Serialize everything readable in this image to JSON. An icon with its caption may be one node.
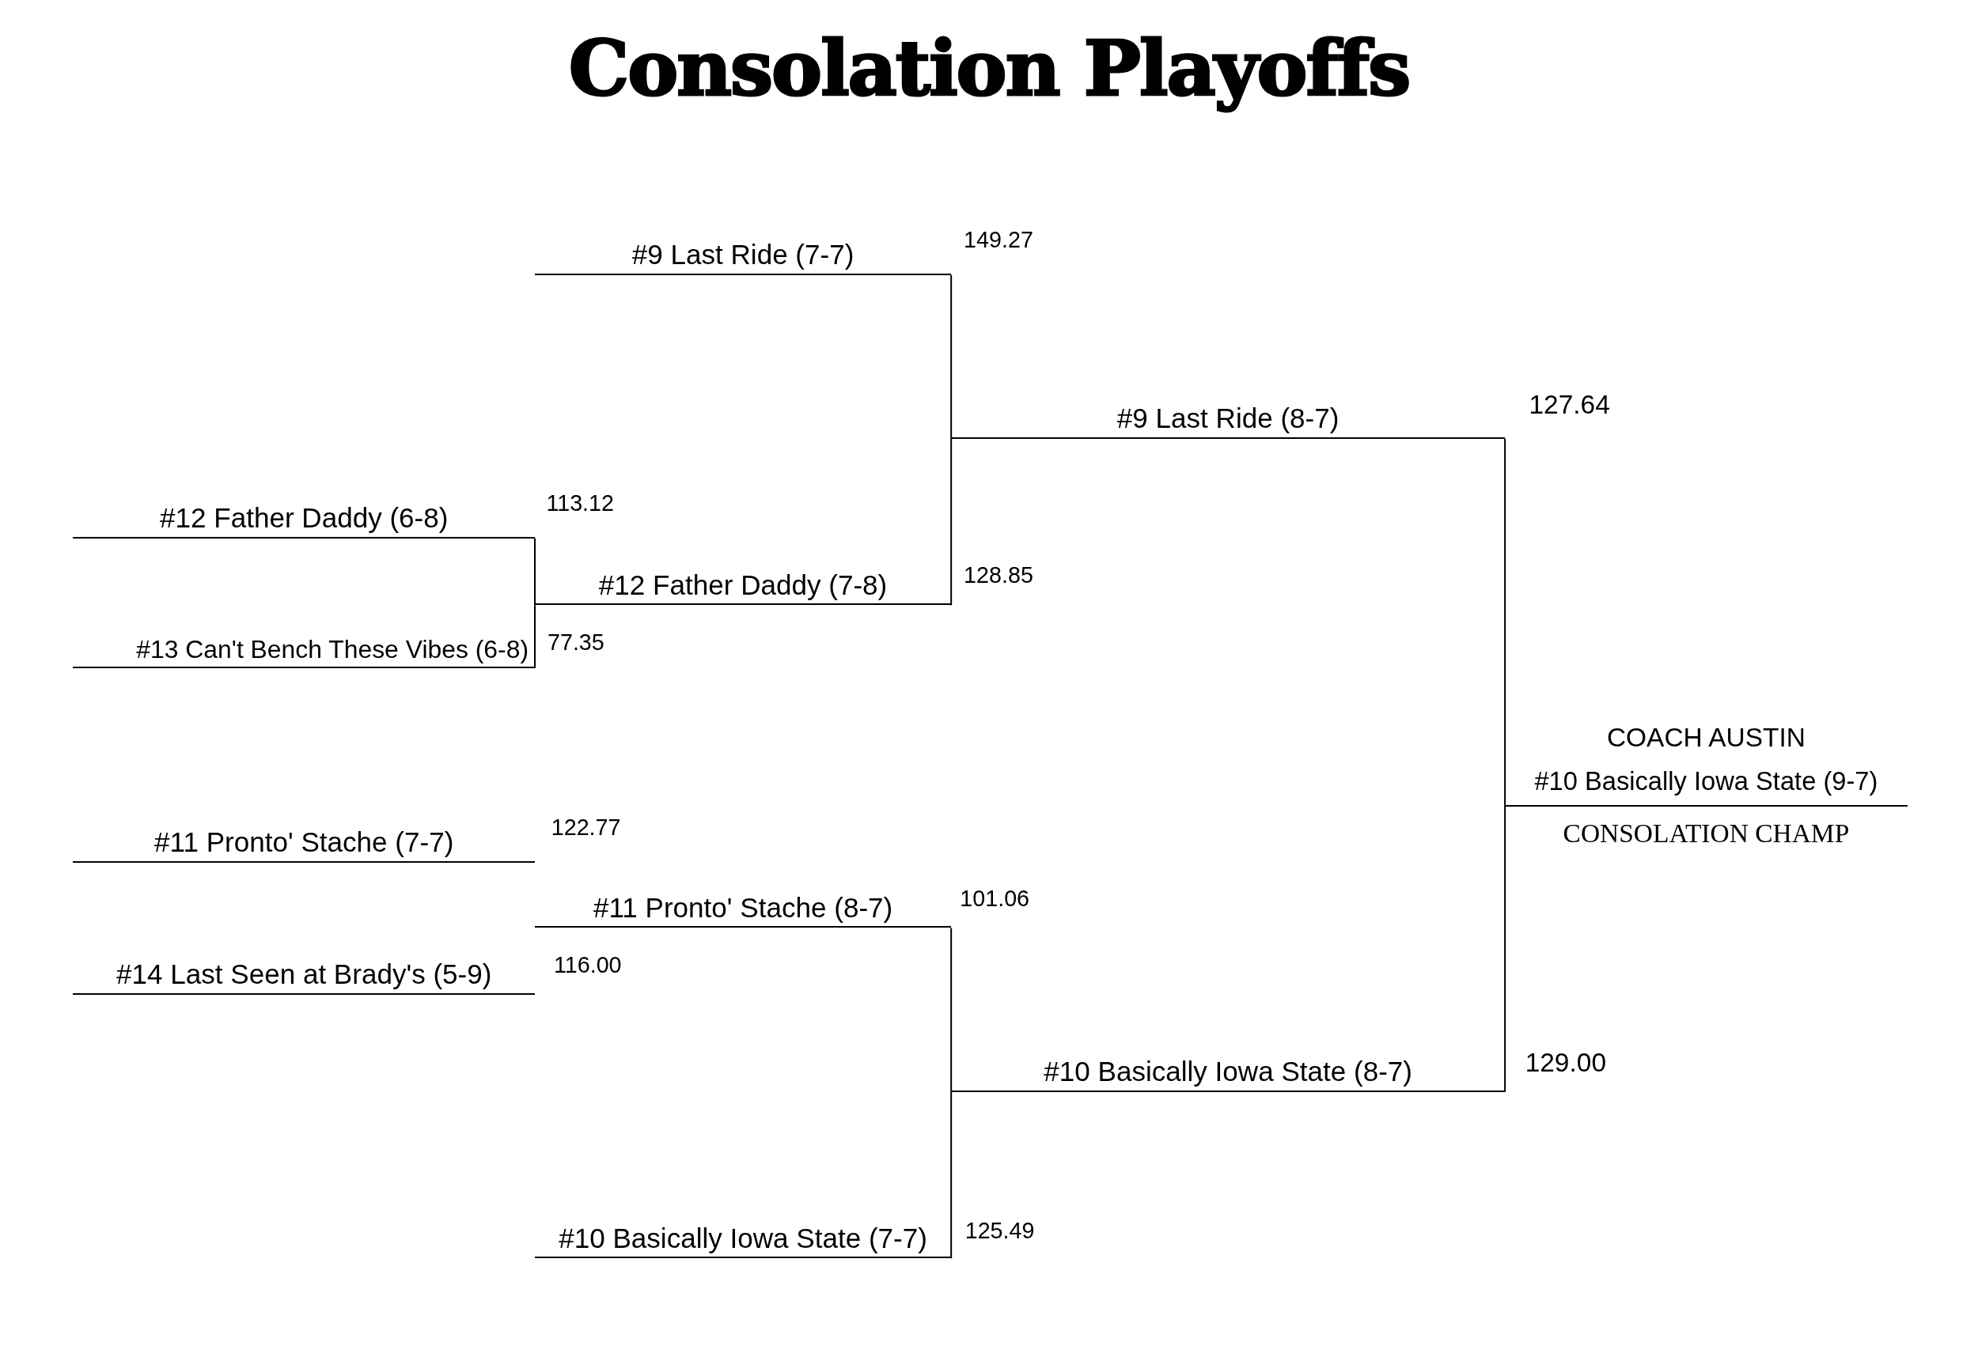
{
  "diagram": {
    "title": "Consolation Playoffs",
    "nodes": [
      {
        "text": [
          "#9 Last Ride (7-7)"
        ],
        "beside": [
          "149.27"
        ]
      },
      {
        "text": [
          "#12 Father Daddy (6-8)"
        ],
        "beside": [
          "113.12"
        ]
      },
      {
        "text": [
          "#13 Can't Bench These Vibes (6-8)"
        ],
        "beside": [
          "77.35"
        ]
      },
      {
        "text": [
          "#12 Father Daddy (7-8)"
        ],
        "beside": [
          "128.85"
        ]
      },
      {
        "text": [
          "#9 Last Ride (8-7)"
        ],
        "beside": [
          "127.64"
        ]
      },
      {
        "text": [
          "#11 Pronto' Stache (7-7)"
        ],
        "beside": [
          "122.77"
        ]
      },
      {
        "text": [
          "#14 Last Seen at Brady's (5-9)"
        ],
        "beside": [
          "116.00"
        ]
      },
      {
        "text": [
          "#11 Pronto' Stache (8-7)"
        ],
        "beside": [
          "101.06"
        ]
      },
      {
        "text": [
          "#10 Basically Iowa State (7-7)"
        ],
        "beside": [
          "125.49"
        ]
      },
      {
        "text": [
          "#10 Basically Iowa State (8-7)"
        ],
        "beside": [
          "129.00"
        ]
      },
      {
        "text": [
          "COACH AUSTIN",
          "#10 Basically Iowa State (9-7)",
          "CONSOLATION CHAMP"
        ]
      }
    ],
    "edges": [
      {
        "from": 0,
        "to": 4,
        "arrow": "none"
      },
      {
        "from": 3,
        "to": 4,
        "arrow": "none"
      },
      {
        "from": 1,
        "to": 3,
        "arrow": "none"
      },
      {
        "from": 2,
        "to": 3,
        "arrow": "none"
      },
      {
        "from": 7,
        "to": 9,
        "arrow": "none"
      },
      {
        "from": 8,
        "to": 9,
        "arrow": "none"
      },
      {
        "from": 4,
        "to": 10,
        "arrow": "none"
      },
      {
        "from": 9,
        "to": 10,
        "arrow": "none"
      }
    ]
  }
}
